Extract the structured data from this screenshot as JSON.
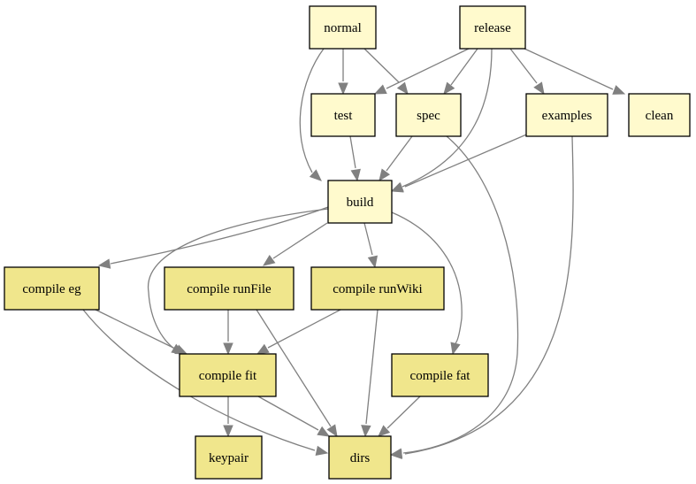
{
  "colors": {
    "light_node_fill": "#fffacd",
    "dark_node_fill": "#f0e68c",
    "node_stroke": "#000000",
    "edge": "#808080"
  },
  "nodes": [
    {
      "id": "normal",
      "label": "normal",
      "style": "light"
    },
    {
      "id": "release",
      "label": "release",
      "style": "light"
    },
    {
      "id": "test",
      "label": "test",
      "style": "light"
    },
    {
      "id": "spec",
      "label": "spec",
      "style": "light"
    },
    {
      "id": "examples",
      "label": "examples",
      "style": "light"
    },
    {
      "id": "clean",
      "label": "clean",
      "style": "light"
    },
    {
      "id": "build",
      "label": "build",
      "style": "light"
    },
    {
      "id": "compile_eg",
      "label": "compile  eg",
      "style": "dark"
    },
    {
      "id": "compile_runFile",
      "label": "compile  runFile",
      "style": "dark"
    },
    {
      "id": "compile_runWiki",
      "label": "compile  runWiki",
      "style": "dark"
    },
    {
      "id": "compile_fit",
      "label": "compile  fit",
      "style": "dark"
    },
    {
      "id": "compile_fat",
      "label": "compile  fat",
      "style": "dark"
    },
    {
      "id": "keypair",
      "label": "keypair",
      "style": "dark"
    },
    {
      "id": "dirs",
      "label": "dirs",
      "style": "dark"
    }
  ],
  "edges": [
    {
      "from": "normal",
      "to": "test"
    },
    {
      "from": "normal",
      "to": "spec"
    },
    {
      "from": "normal",
      "to": "build"
    },
    {
      "from": "release",
      "to": "test"
    },
    {
      "from": "release",
      "to": "spec"
    },
    {
      "from": "release",
      "to": "examples"
    },
    {
      "from": "release",
      "to": "clean"
    },
    {
      "from": "release",
      "to": "build"
    },
    {
      "from": "test",
      "to": "build"
    },
    {
      "from": "spec",
      "to": "build"
    },
    {
      "from": "spec",
      "to": "dirs"
    },
    {
      "from": "examples",
      "to": "build"
    },
    {
      "from": "examples",
      "to": "dirs"
    },
    {
      "from": "build",
      "to": "compile_eg"
    },
    {
      "from": "build",
      "to": "compile_fit"
    },
    {
      "from": "build",
      "to": "compile_runFile"
    },
    {
      "from": "build",
      "to": "compile_runWiki"
    },
    {
      "from": "build",
      "to": "compile_fat"
    },
    {
      "from": "compile_eg",
      "to": "compile_fit"
    },
    {
      "from": "compile_eg",
      "to": "dirs"
    },
    {
      "from": "compile_runFile",
      "to": "compile_fit"
    },
    {
      "from": "compile_runFile",
      "to": "dirs"
    },
    {
      "from": "compile_runWiki",
      "to": "compile_fit"
    },
    {
      "from": "compile_runWiki",
      "to": "dirs"
    },
    {
      "from": "compile_fit",
      "to": "keypair"
    },
    {
      "from": "compile_fit",
      "to": "dirs"
    },
    {
      "from": "compile_fat",
      "to": "dirs"
    }
  ]
}
